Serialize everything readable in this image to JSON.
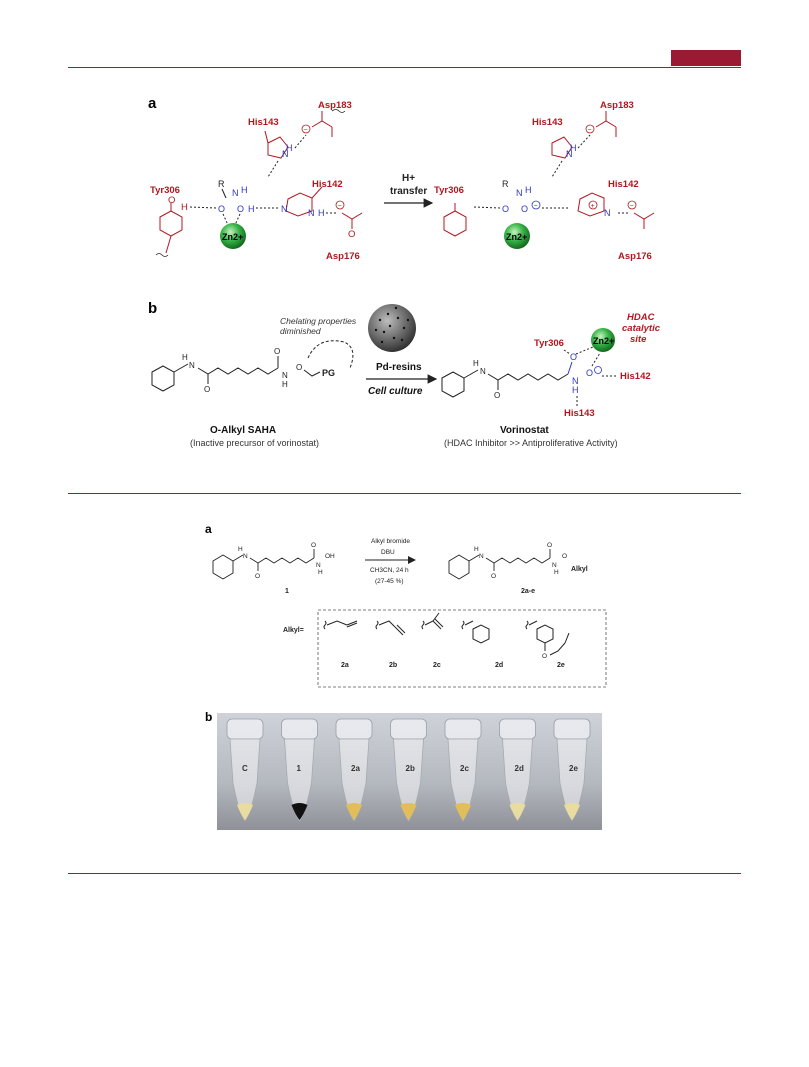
{
  "colors": {
    "accent": "#9b1a33",
    "residue": "#b0191f",
    "hbond": "#2b36c9",
    "zinc": "#2fae3a"
  },
  "fig1": {
    "panel_a": {
      "label": "a",
      "residues": {
        "asp183": "Asp183",
        "his143": "His143",
        "his142": "His142",
        "tyr306": "Tyr306",
        "asp176": "Asp176"
      },
      "zinc": "Zn2+",
      "arrow_top": "H+",
      "arrow_bottom": "transfer"
    },
    "panel_b": {
      "label": "b",
      "chelating_note_1": "Chelating properties",
      "chelating_note_2": "diminished",
      "pg": "PG",
      "reagent_1": "Pd-resins",
      "reagent_2": "Cell culture",
      "left_name": "O-Alkyl SAHA",
      "left_desc": "(Inactive precursor of vorinostat)",
      "right_name": "Vorinostat",
      "right_desc": "(HDAC Inhibitor >> Antiproliferative Activity)",
      "hdac_1": "HDAC",
      "hdac_2": "catalytic",
      "hdac_3": "site",
      "tyr306": "Tyr306",
      "his142": "His142",
      "his143": "His143",
      "zinc": "Zn2+"
    }
  },
  "fig2": {
    "panel_a": {
      "label": "a",
      "reagent_1": "Alkyl bromide",
      "reagent_2": "DBU",
      "reagent_3": "CH3CN, 24 h",
      "reagent_4": "(27-45 %)",
      "start_label": "1",
      "product_label": "2a-e",
      "oh": "OH",
      "alkyl_tag": "Alkyl",
      "alkyl_eq": "Alkyl=",
      "compounds": [
        "2a",
        "2b",
        "2c",
        "2d",
        "2e"
      ]
    },
    "panel_b": {
      "label": "b",
      "tubes": [
        {
          "label": "C",
          "content": "pale-yellow"
        },
        {
          "label": "1",
          "content": "black"
        },
        {
          "label": "2a",
          "content": "yellow"
        },
        {
          "label": "2b",
          "content": "yellow"
        },
        {
          "label": "2c",
          "content": "yellow"
        },
        {
          "label": "2d",
          "content": "pale-yellow"
        },
        {
          "label": "2e",
          "content": "pale-yellow"
        }
      ]
    }
  }
}
